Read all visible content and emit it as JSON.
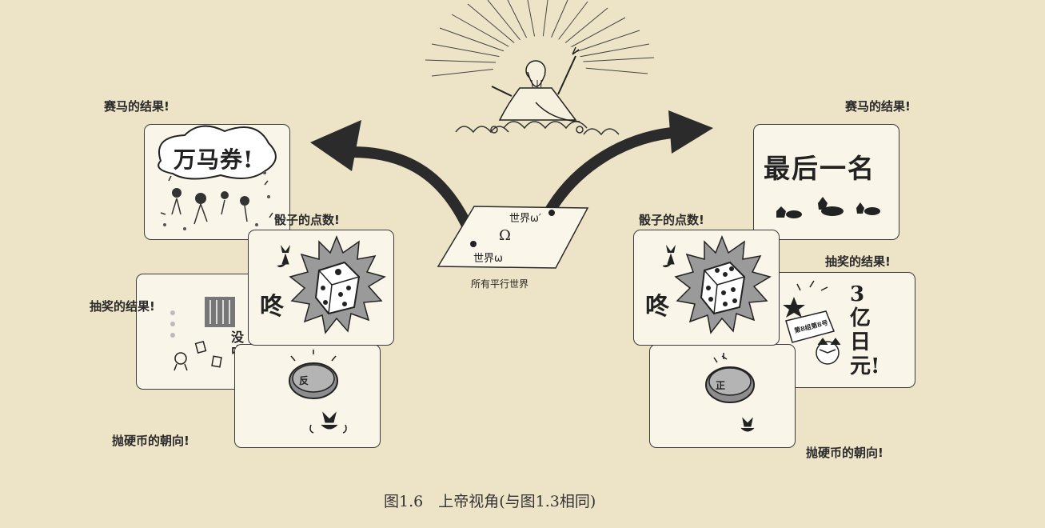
{
  "left": {
    "race_label": "赛马的结果!",
    "race_text": "万马券!",
    "dice_label": "骰子的点数!",
    "dice_sfx": "咚",
    "lottery_label": "抽奖的结果!",
    "lottery_text": "没中",
    "coin_label": "抛硬币的朝向!",
    "coin_face": "反"
  },
  "right": {
    "race_label": "赛马的结果!",
    "race_text": "最后一名",
    "dice_label": "骰子的点数!",
    "dice_sfx": "咚",
    "lottery_label": "抽奖的结果!",
    "lottery_text": "3亿日元!",
    "lottery_ribbon": "第8组第8号",
    "coin_label": "抛硬币的朝向!",
    "coin_face": "正"
  },
  "center": {
    "world_omega_prime": "世界ω′",
    "omega_symbol": "Ω",
    "world_omega": "世界ω",
    "parallel_caption": "所有平行世界"
  },
  "figure_caption": "图1.6　上帝视角(与图1.3相同)"
}
